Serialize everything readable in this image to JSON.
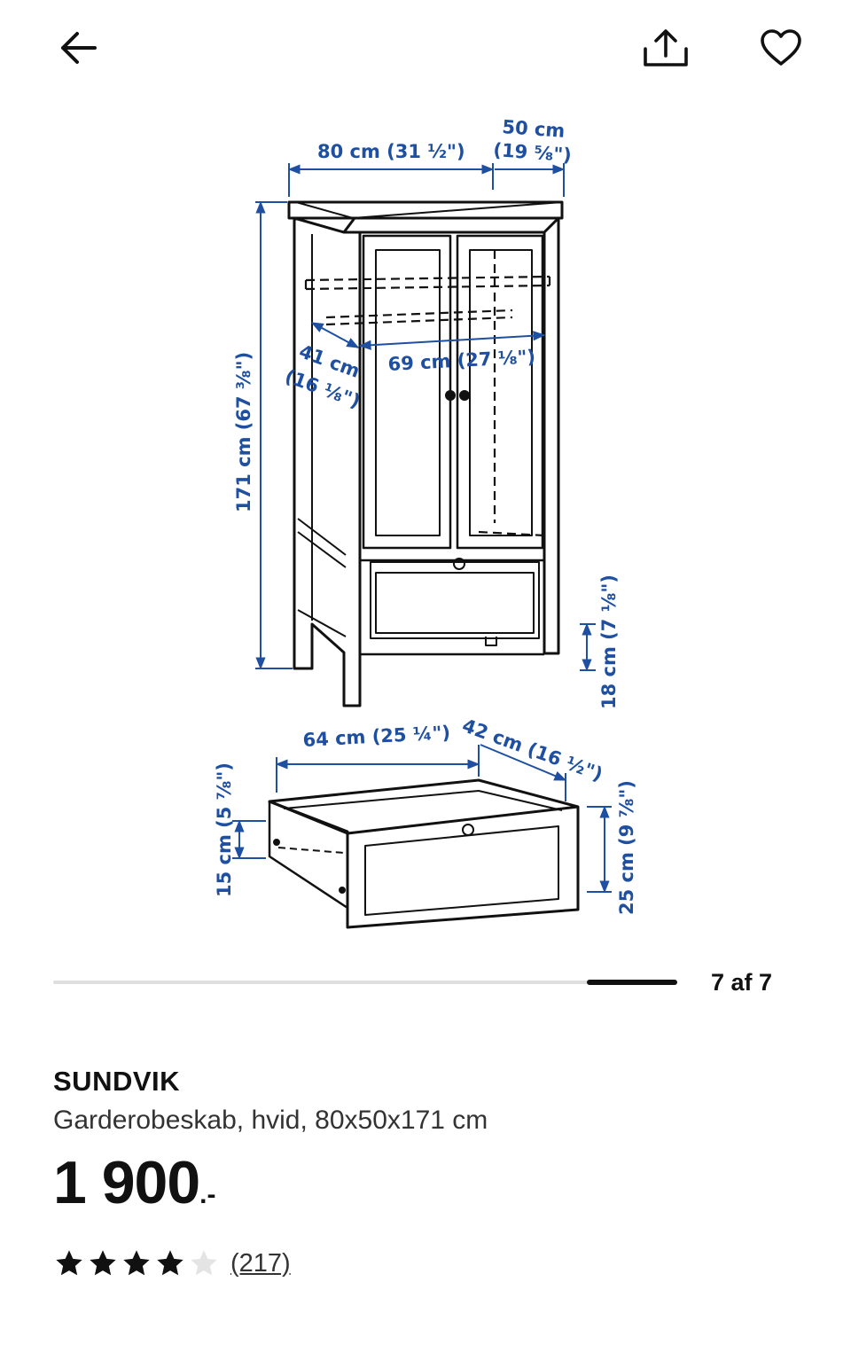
{
  "toolbar": {
    "back_icon": "arrow-left-icon",
    "share_icon": "share-upload-icon",
    "favorite_icon": "heart-outline-icon"
  },
  "dimension_labels": {
    "width_top": "80 cm (31 ½\")",
    "depth_top_cm": "50 cm",
    "depth_top_in": "(19 ⅝\")",
    "height_total": "171 cm (67 ⅜\")",
    "inner_depth_cm": "41 cm",
    "inner_depth_in": "(16 ⅛\")",
    "inner_width": "69 cm (27 ⅛\")",
    "leg_height": "18 cm (7 ⅛\")",
    "drawer_width": "64 cm (25 ¼\")",
    "drawer_depth": "42 cm (16 ½\")",
    "drawer_inner_height": "15 cm (5 ⅞\")",
    "drawer_front_height": "25 cm (9 ⅞\")"
  },
  "gallery": {
    "counter": "7 af 7",
    "current": 7,
    "total": 7
  },
  "product": {
    "name": "SUNDVIK",
    "description": "Garderobeskab, hvid, 80x50x171 cm",
    "price_integer": "1 900",
    "price_suffix": ".-",
    "rating": 4,
    "rating_max": 5,
    "review_count": "(217)"
  },
  "colors": {
    "dimension_blue": "#1e4fa0",
    "star_filled": "#111111",
    "star_empty": "#e4e4e4"
  }
}
